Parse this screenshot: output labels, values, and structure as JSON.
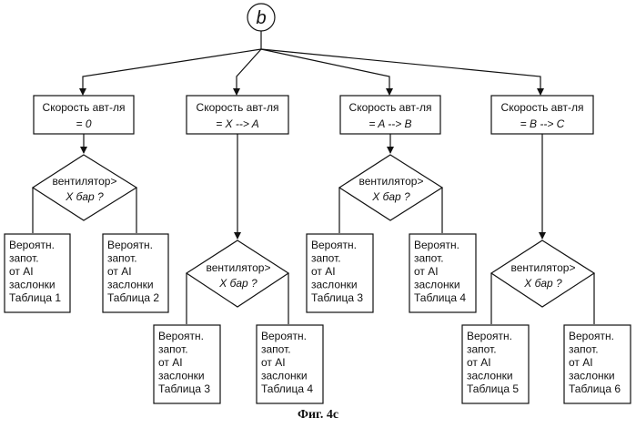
{
  "connector": "b",
  "speed_boxes": [
    {
      "label": "Скорость авт-ля",
      "value": "= 0"
    },
    {
      "label": "Скорость авт-ля",
      "value": "= X --> A"
    },
    {
      "label": "Скорость авт-ля",
      "value": "= A --> B"
    },
    {
      "label": "Скорость авт-ля",
      "value": "= B --> C"
    }
  ],
  "decision": {
    "line1": "вентилятор>",
    "line2": "X  бар ?"
  },
  "result_lines": [
    "Вероятн.",
    "запот.",
    "от AI",
    "заслонки"
  ],
  "tables": [
    "Таблица 1",
    "Таблица 2",
    "Таблица 3",
    "Таблица 4",
    "Таблица 3",
    "Таблица 4",
    "Таблица 5",
    "Таблица 6"
  ],
  "caption": "Фиг. 4c"
}
